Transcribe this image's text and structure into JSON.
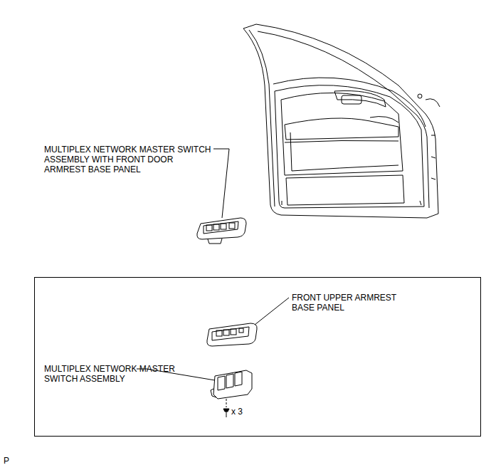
{
  "diagram": {
    "labels": [
      "MULTIPLEX NETWORK MASTER SWITCH ASSEMBLY WITH FRONT DOOR ARMREST BASE PANEL",
      "FRONT UPPER ARMREST BASE PANEL",
      "MULTIPLEX NETWORK MASTER SWITCH ASSEMBLY",
      "x 3",
      "P"
    ]
  }
}
